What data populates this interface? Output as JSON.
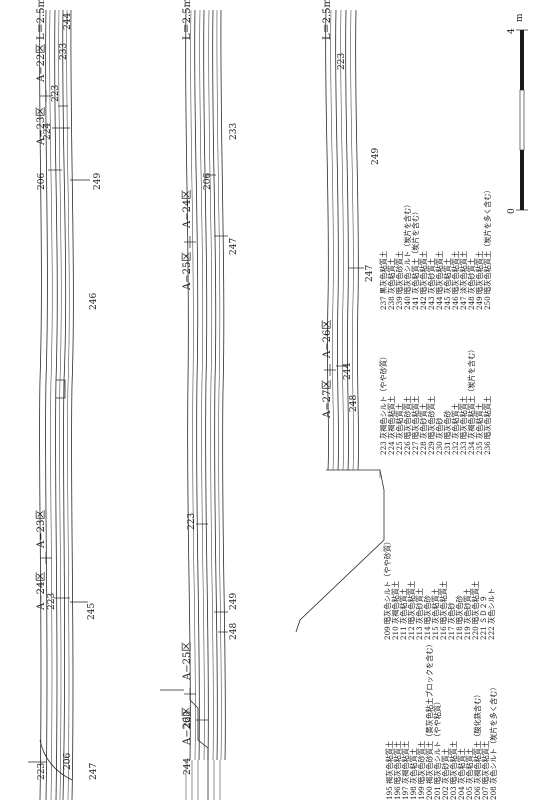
{
  "profiles": [
    {
      "id": "col1",
      "labels": [
        {
          "text": "A−23区",
          "role": "section"
        },
        {
          "text": "A−22区",
          "role": "section"
        },
        {
          "text": "L＝2.5m",
          "role": "level"
        },
        {
          "text": "A−24区",
          "role": "section"
        },
        {
          "text": "A−23区",
          "role": "section"
        }
      ],
      "layer_numbers": [
        "244",
        "233",
        "223",
        "224",
        "206",
        "249",
        "246",
        "223",
        "245",
        "206",
        "223",
        "247"
      ]
    },
    {
      "id": "col2",
      "labels": [
        {
          "text": "L＝2.5m",
          "role": "level"
        },
        {
          "text": "A−25区",
          "role": "section"
        },
        {
          "text": "A−24区",
          "role": "section"
        },
        {
          "text": "A−26区",
          "role": "section"
        },
        {
          "text": "A−25区",
          "role": "section"
        }
      ],
      "layer_numbers": [
        "233",
        "206",
        "247",
        "223",
        "249",
        "248",
        "223",
        "244"
      ]
    },
    {
      "id": "col3",
      "labels": [
        {
          "text": "L＝2.5m",
          "role": "level"
        },
        {
          "text": "A−27区",
          "role": "section"
        },
        {
          "text": "A−26区",
          "role": "section"
        }
      ],
      "layer_numbers": [
        "223",
        "249",
        "247",
        "244",
        "248"
      ]
    }
  ],
  "legend_a": [
    "237 黒灰色粘質土",
    "238 灰色粘質土",
    "239 暗灰色砂質土",
    "240 暗灰色シルト（炭片を含む）",
    "241 灰色粘質土（炭片を含む）",
    "242 暗灰色粘質土",
    "243 灰色砂質土",
    "244 暗灰色粘質土",
    "245 灰色粘質土",
    "246 暗灰色粘質土",
    "247 淡灰色粘質土",
    "248 灰色砂質土",
    "249 暗灰色粘質土",
    "250 暗灰色粘質土（炭片を多く含む）"
  ],
  "legend_b": [
    "223 灰褐色シルト（やや砂質）",
    "224 灰褐色粘質土",
    "225 灰色粘質土",
    "226 暗灰色砂質土",
    "227 暗灰色粘質土",
    "228 灰色砂質土",
    "229 暗灰色砂質土",
    "230 灰色砂",
    "231 暗灰色砂",
    "232 灰色粘質土",
    "233 暗灰色粘質土",
    "234 灰褐色粘質土（炭片を含む）",
    "235 灰色粘質土",
    "236 暗灰色粘質土"
  ],
  "legend_c": [
    "209 暗灰色シルト（やや砂質）",
    "210 灰褐色粘質土",
    "211 灰色粘質土",
    "212 暗灰色粘質土",
    "213 灰色砂質土",
    "214 暗灰色砂",
    "215 灰色粘質土",
    "216 暗灰色粘質土",
    "217 灰色砂",
    "218 暗灰色砂",
    "219 灰色砂質土",
    "220 暗灰色粘質土",
    "221 ＳＤ２９",
    "222 灰色シルト"
  ],
  "legend_d": [
    "195 褐灰色粘質土",
    "196 暗灰色粘質土",
    "197 灰褐色粘質土",
    "198 灰色粘質土",
    "199 暗灰色砂質土",
    "200 褐灰色砂質土（黄灰色粘土ブロックを含む）",
    "201 暗灰色シルト（やや粘質）",
    "202 灰色砂質土",
    "203 暗灰色粘質土",
    "204 灰色粘質土",
    "205 灰色粘質土",
    "206 灰褐色粘質土（酸化鉄含む）",
    "207 暗灰色粘質土",
    "208 灰色シルト（炭片を多く含む）"
  ],
  "scale": {
    "zero": "0",
    "max": "4",
    "unit": "m"
  }
}
